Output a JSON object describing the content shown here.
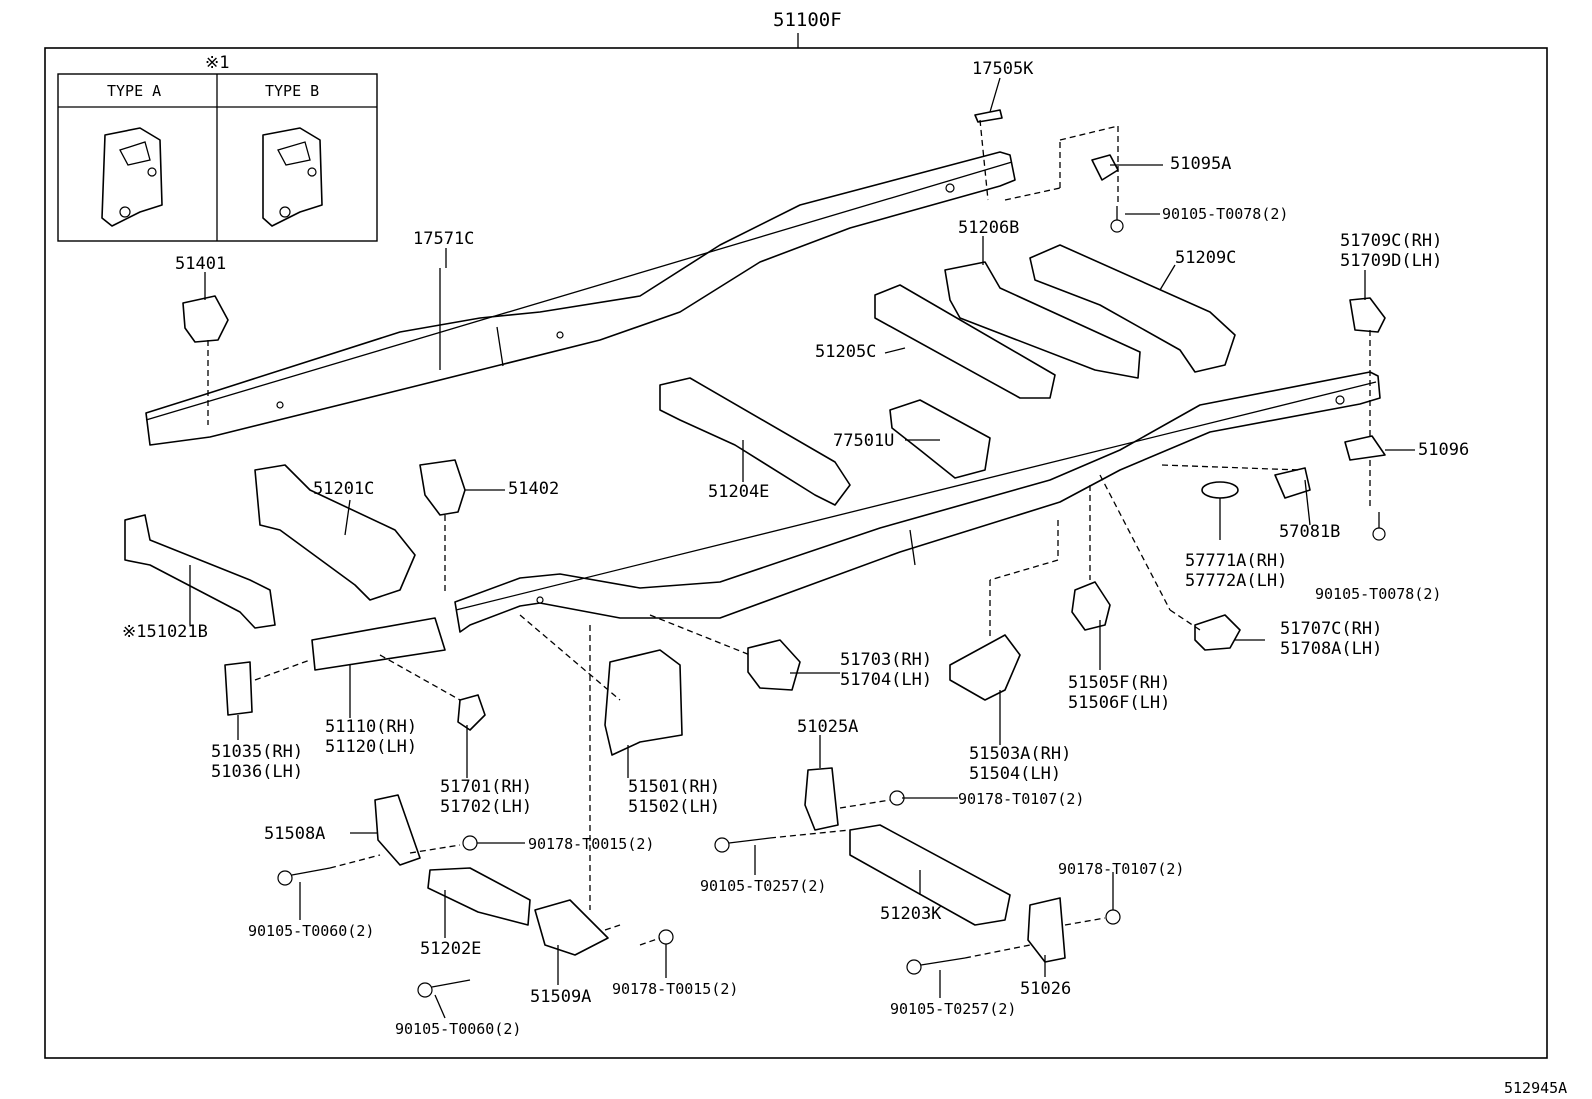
{
  "diagram": {
    "title": "51100F",
    "inset": {
      "note": "※1",
      "type_a": "TYPE A",
      "type_b": "TYPE B"
    },
    "figure_code": "512945A",
    "labels": {
      "p17505K": "17505K",
      "p51095A": "51095A",
      "b90105_T0078_top": "90105-T0078(2)",
      "p51206B": "51206B",
      "p51209C": "51209C",
      "p51709": [
        "51709C(RH)",
        "51709D(LH)"
      ],
      "p17571C": "17571C",
      "p51401": "51401",
      "p51205C": "51205C",
      "p77501U": "77501U",
      "p51096": "51096",
      "p51201C": "51201C",
      "p51402": "51402",
      "p51204E": "51204E",
      "p57081B": "57081B",
      "p5777": [
        "57771A(RH)",
        "57772A(LH)"
      ],
      "b90105_T0078_right": "90105-T0078(2)",
      "p51021B": "※151021B",
      "p5170x_mid": [
        "51703(RH)",
        "51704(LH)"
      ],
      "p5170x_right": [
        "51707C(RH)",
        "51708A(LH)"
      ],
      "p5150xF": [
        "51505F(RH)",
        "51506F(LH)"
      ],
      "p5111": [
        "51110(RH)",
        "51120(LH)"
      ],
      "p5103": [
        "51035(RH)",
        "51036(LH)"
      ],
      "p5170x_left": [
        "51701(RH)",
        "51702(LH)"
      ],
      "p5150x": [
        "51501(RH)",
        "51502(LH)"
      ],
      "p51025A": "51025A",
      "p5150xA": [
        "51503A(RH)",
        "51504(LH)"
      ],
      "b90178_T0107_a": "90178-T0107(2)",
      "p51508A": "51508A",
      "b90178_T0015_a": "90178-T0015(2)",
      "b90105_T0257_a": "90105-T0257(2)",
      "b90178_T0107_b": "90178-T0107(2)",
      "p51203K": "51203K",
      "b90105_T0060_a": "90105-T0060(2)",
      "p51202E": "51202E",
      "b90178_T0015_b": "90178-T0015(2)",
      "p51509A": "51509A",
      "p51026": "51026",
      "b90105_T0060_b": "90105-T0060(2)",
      "b90105_T0257_b": "90105-T0257(2)"
    }
  }
}
